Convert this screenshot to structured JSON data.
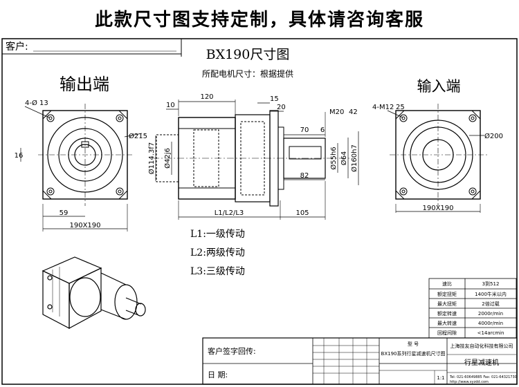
{
  "banner": "此款尺寸图支持定制，具体请咨询客服",
  "customer_label": "客户:",
  "drawing_title": "BX190尺寸图",
  "motor_note": "所配电机尺寸：根据提供",
  "output_view_label": "输出端",
  "input_view_label": "输入端",
  "dims": {
    "out_bolt": "4-Ø 13",
    "out_pcd": "Ø215",
    "out_key": "16",
    "out_center": "59",
    "out_square": "190X190",
    "d120": "120",
    "d15": "15",
    "d10": "10",
    "d20": "20",
    "m20": "M20",
    "d42": "42",
    "d70": "70",
    "d6": "6",
    "d82": "82",
    "d114": "Ø114.3f7",
    "d42j6": "Ø42j6",
    "d55": "Ø55h6",
    "d64": "Ø64",
    "d160": "Ø160h7",
    "len_label": "L1/L2/L3",
    "d105": "105",
    "in_bolt": "4-M12",
    "in_depth": "25",
    "in_pcd": "Ø200",
    "in_square": "190X190"
  },
  "legend": [
    "L1:一级传动",
    "L2:两级传动",
    "L3:三级传动"
  ],
  "spec_table": {
    "rows": [
      {
        "label": "速比",
        "value": "3到512"
      },
      {
        "label": "额定扭矩",
        "value": "1400牛米以内"
      },
      {
        "label": "最大扭矩",
        "value": "2倍过载"
      },
      {
        "label": "额定转速",
        "value": "2000r/min"
      },
      {
        "label": "最大转速",
        "value": "4000r/min"
      },
      {
        "label": "回程间隙",
        "value": "<14arcmin"
      }
    ]
  },
  "title_block": {
    "sign_label": "客户签字回传:",
    "date_label": "日 期:",
    "type_label": "型 号",
    "type_value": "BX190系列行星减速机尺寸图",
    "company": "上海技友自动化科技有限公司",
    "product": "行星减速机",
    "scale": "1:1",
    "contact": "Tel: 021-60649885 Fax: 021-64321730",
    "url": "http://www.xyzdd.com"
  }
}
